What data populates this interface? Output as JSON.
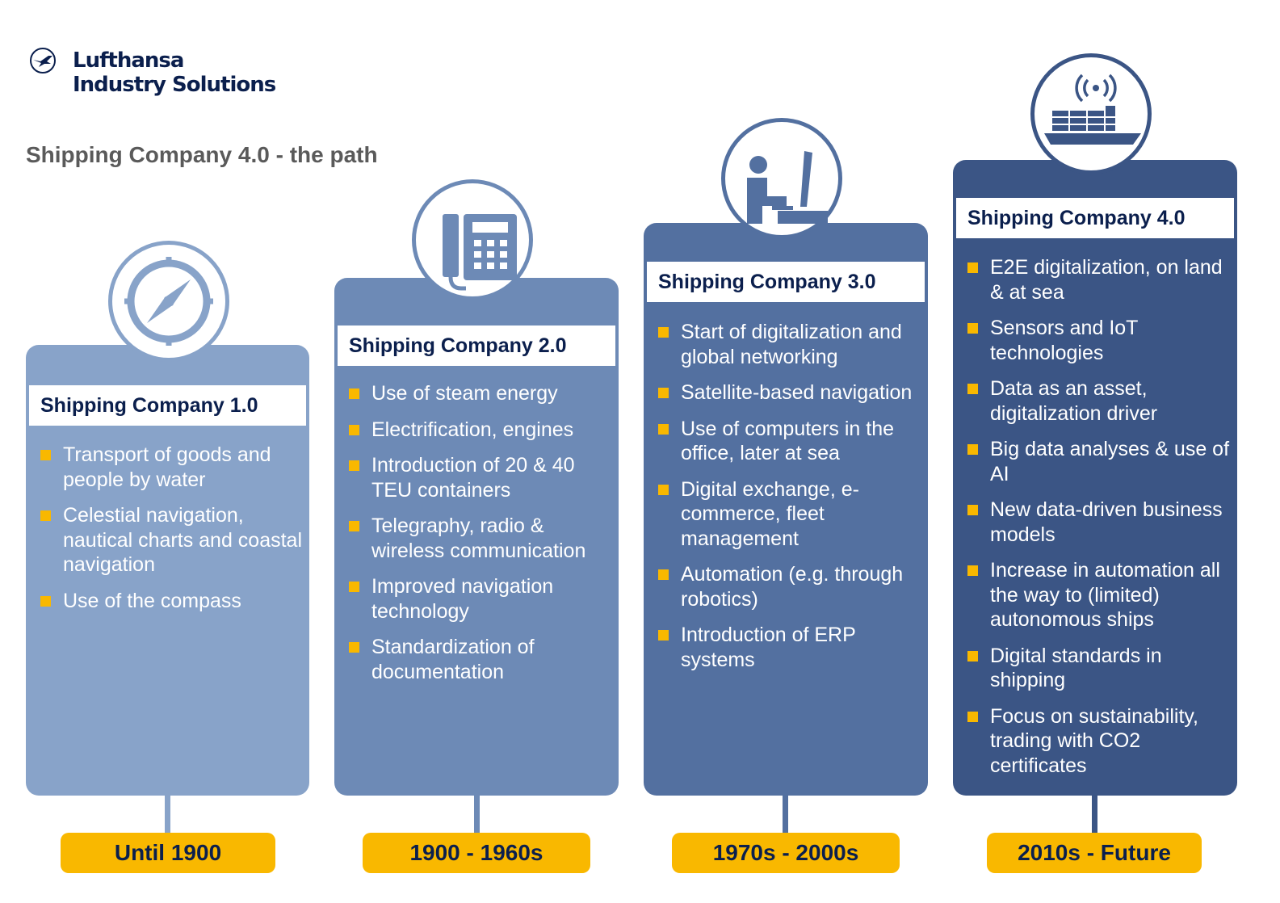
{
  "brand": {
    "line1": "Lufthansa",
    "line2": "Industry Solutions"
  },
  "title": "Shipping Company 4.0 - the path",
  "colors": {
    "stage1": "#88a3c9",
    "stage2": "#6d8ab6",
    "stage3": "#5370a0",
    "stage4": "#3b5585",
    "bullet": "#f9b800",
    "navy": "#0b1f4d"
  },
  "stages": [
    {
      "header": "Shipping Company 1.0",
      "icon": "compass-icon",
      "period": "Until 1900",
      "items": [
        "Transport of goods and people by water",
        "Celestial navigation, nautical charts and coastal navigation",
        "Use of the compass"
      ]
    },
    {
      "header": "Shipping Company 2.0",
      "icon": "telephone-icon",
      "period": "1900 - 1960s",
      "items": [
        "Use of steam energy",
        "Electrification, engines",
        "Introduction of 20 & 40 TEU containers",
        "Telegraphy, radio & wireless communication",
        "Improved navigation technology",
        "Standardization of documentation"
      ]
    },
    {
      "header": "Shipping Company 3.0",
      "icon": "computer-user-icon",
      "period": "1970s - 2000s",
      "items": [
        "Start of digitalization and global networking",
        "Satellite-based navigation",
        "Use of computers in the office, later at sea",
        "Digital exchange, e-commerce, fleet management",
        "Automation (e.g. through robotics)",
        "Introduction of ERP systems"
      ]
    },
    {
      "header": "Shipping Company 4.0",
      "icon": "connected-container-ship-icon",
      "period": "2010s - Future",
      "items": [
        "E2E digitalization, on land & at sea",
        "Sensors and IoT technologies",
        "Data as an asset, digitalization driver",
        "Big data analyses & use of AI",
        "New data-driven business models",
        "Increase in automation all the way to (limited) autonomous ships",
        "Digital standards in shipping",
        "Focus on sustainability, trading with CO2 certificates"
      ]
    }
  ]
}
